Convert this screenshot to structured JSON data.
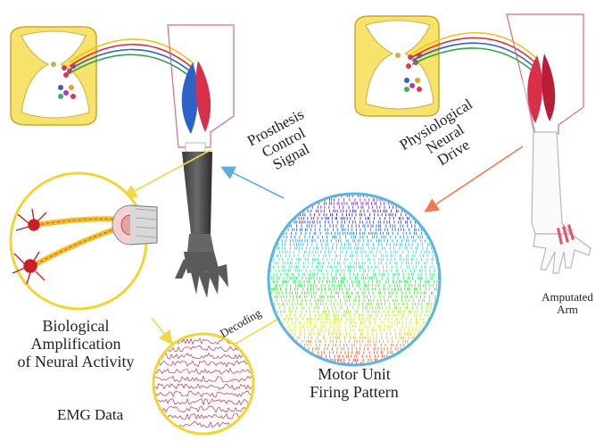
{
  "labels": {
    "prosthesis_control_signal": [
      "Prosthesis",
      "Control",
      "Signal"
    ],
    "physiological_neural_drive": [
      "Physiological",
      "Neural",
      "Drive"
    ],
    "biological_amplification": [
      "Biological",
      "Amplification",
      "of Neural Activity"
    ],
    "emg_data": "EMG Data",
    "decoding": "Decoding",
    "motor_unit_firing_pattern": [
      "Motor Unit",
      "Firing Pattern"
    ],
    "amputated_arm": [
      "Amputated",
      "Arm"
    ]
  },
  "colors": {
    "yellow_arrow": "#f0d84a",
    "blue_arrow": "#5aaee0",
    "orange_arrow": "#ee7a55",
    "circle_yellow": "#f2d534",
    "circle_blue": "#5ab4e6",
    "spinal_cord": "#f7e36b",
    "muscle_red": "#d9304a",
    "muscle_blue": "#2f62c8",
    "outline_pink": "#d86a8a"
  }
}
